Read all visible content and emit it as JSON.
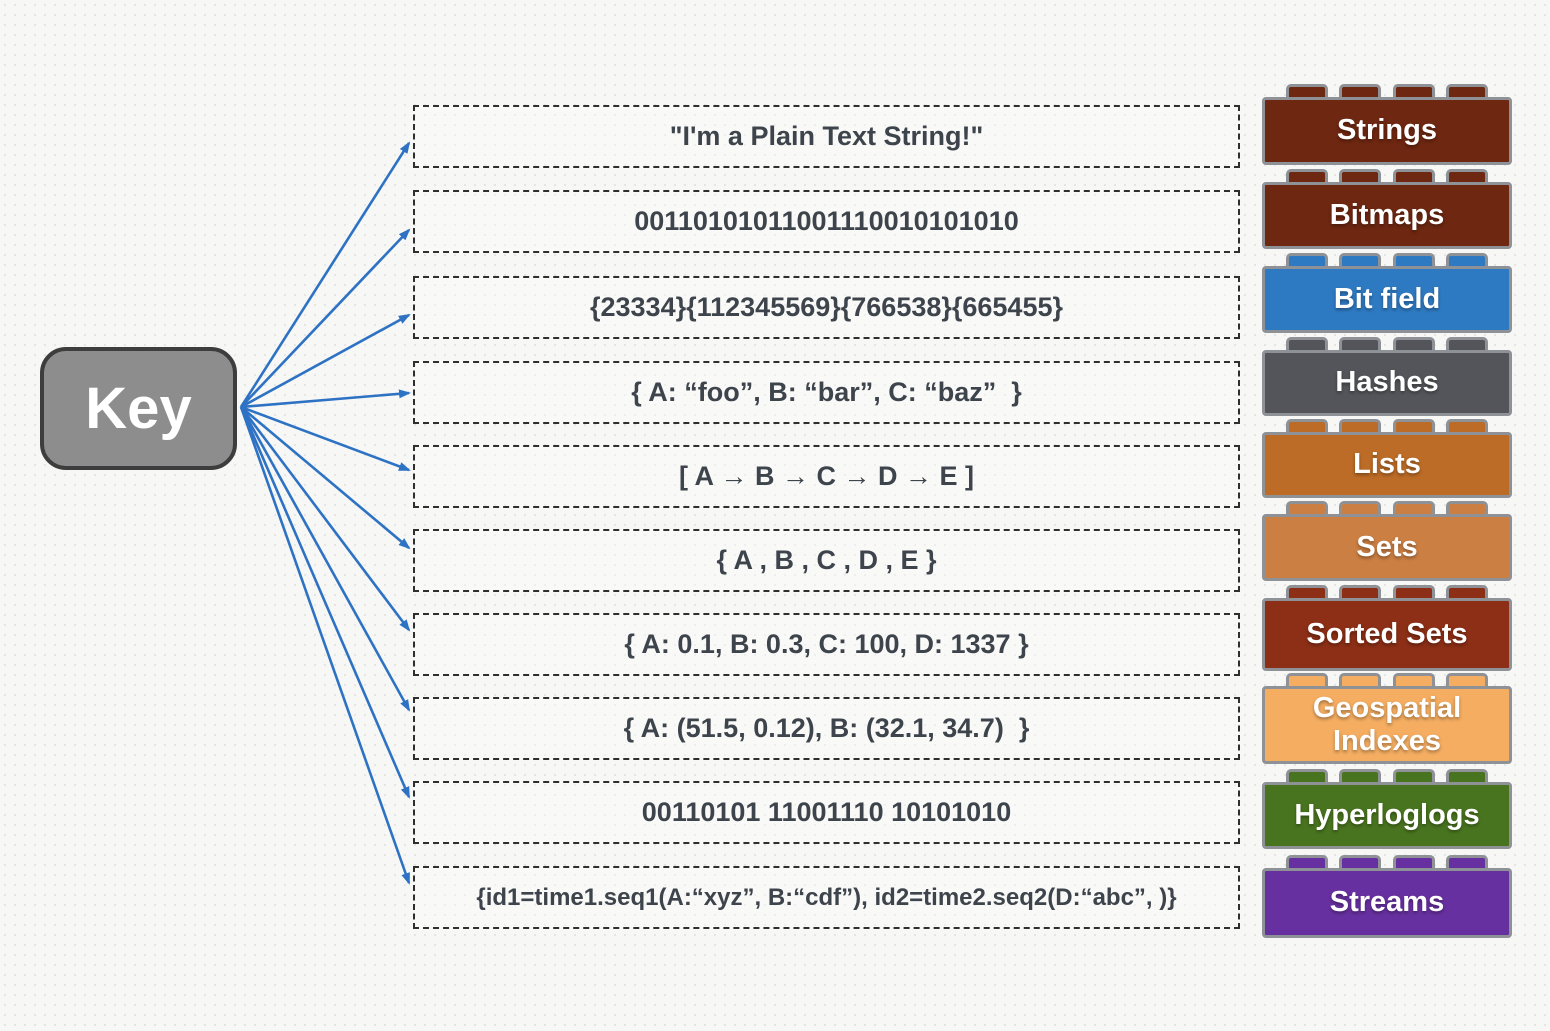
{
  "key": {
    "label": "Key"
  },
  "arrow_color": "#2e72c4",
  "rows": [
    {
      "value": "\"I'm a Plain Text String!\"",
      "type": "Strings",
      "color": "#6e2711"
    },
    {
      "value": "00110101011001110010101010",
      "type": "Bitmaps",
      "color": "#6e2711"
    },
    {
      "value": "{23334}{112345569}{766538}{665455}",
      "type": "Bit field",
      "color": "#2e7ac2"
    },
    {
      "value": "{ A: “foo”, B: “bar”, C: “baz”  }",
      "type": "Hashes",
      "color": "#54555a"
    },
    {
      "value": "[ A → B → C → D → E ]",
      "type": "Lists",
      "color": "#bc6c26"
    },
    {
      "value": "{ A , B , C , D , E }",
      "type": "Sets",
      "color": "#cb7f43"
    },
    {
      "value": "{ A: 0.1, B: 0.3, C: 100, D: 1337 }",
      "type": "Sorted Sets",
      "color": "#8c2f16"
    },
    {
      "value": "{ A: (51.5, 0.12), B: (32.1, 34.7)  }",
      "type": "Geospatial Indexes",
      "color": "#f4ad61"
    },
    {
      "value": "00110101 11001110 10101010",
      "type": "Hyperloglogs",
      "color": "#49741f"
    },
    {
      "value": "{id1=time1.seq1(A:“xyz”, B:“cdf”), id2=time2.seq2(D:“abc”, )}",
      "type": "Streams",
      "color": "#6730a0"
    }
  ]
}
